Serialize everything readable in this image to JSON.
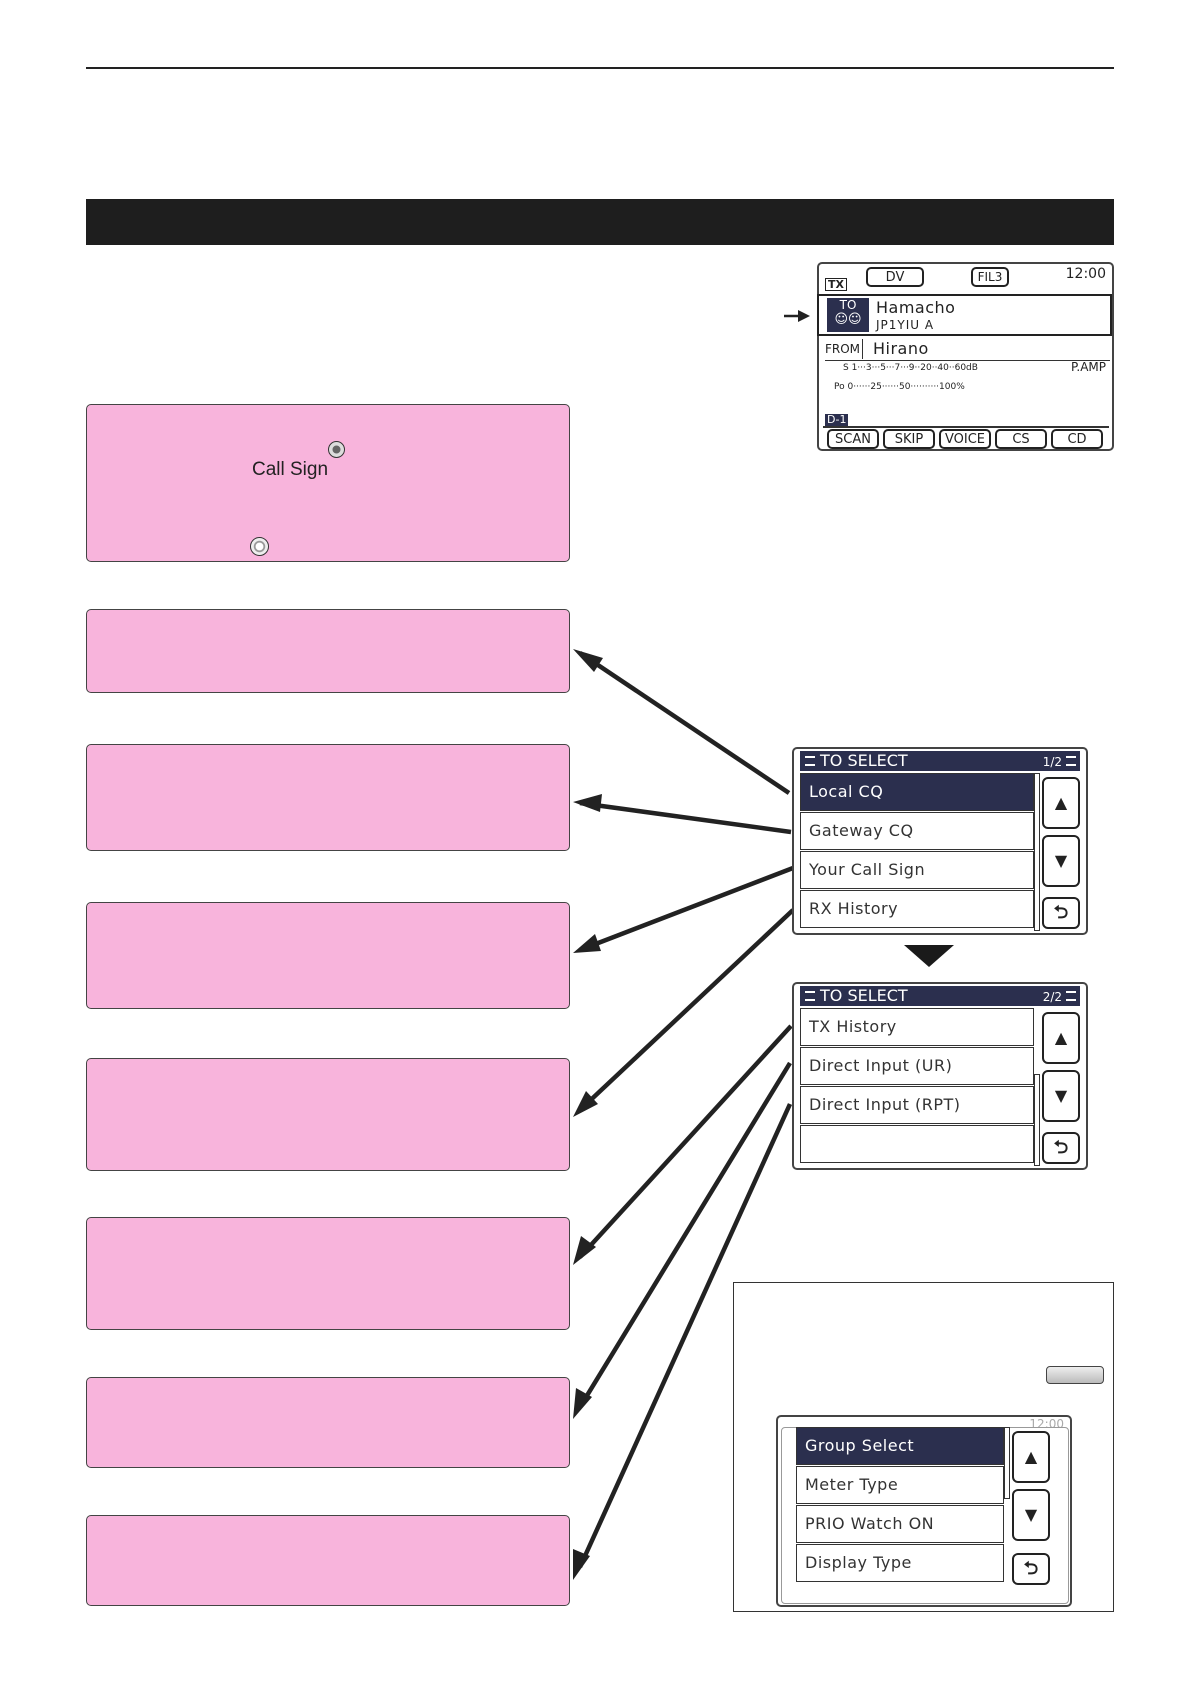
{
  "content_boxes": {
    "call_sign_label": "Call Sign"
  },
  "lcd_main": {
    "tx_badge": "TX",
    "mode": "DV",
    "filter": "FIL3",
    "time": "12:00",
    "to_label": "TO",
    "to_name": "Hamacho",
    "to_callsign": "JP1YIU  A",
    "from_label": "FROM",
    "from_name": "Hirano",
    "s_meter_scale": "S  1···3···5···7···9··20··40··60dB",
    "pamp": "P.AMP",
    "po_meter_scale": "Po 0······25······50··········100%",
    "band_tag": "D-1",
    "soft_keys": [
      "SCAN",
      "SKIP",
      "VOICE",
      "CS",
      "CD"
    ]
  },
  "to_select_page1": {
    "title": "TO SELECT",
    "page": "1/2",
    "items": [
      "Local CQ",
      "Gateway CQ",
      "Your Call Sign",
      "RX History"
    ]
  },
  "to_select_page2": {
    "title": "TO SELECT",
    "page": "2/2",
    "items": [
      "TX History",
      "Direct Input (UR)",
      "Direct Input (RPT)",
      ""
    ]
  },
  "quick_menu": {
    "items": [
      "Group Select",
      "Meter Type",
      "PRIO Watch ON",
      "Display Type"
    ],
    "background_time": "12:00"
  },
  "icons": {
    "up": "▲",
    "down": "▼",
    "return": "⮌"
  }
}
